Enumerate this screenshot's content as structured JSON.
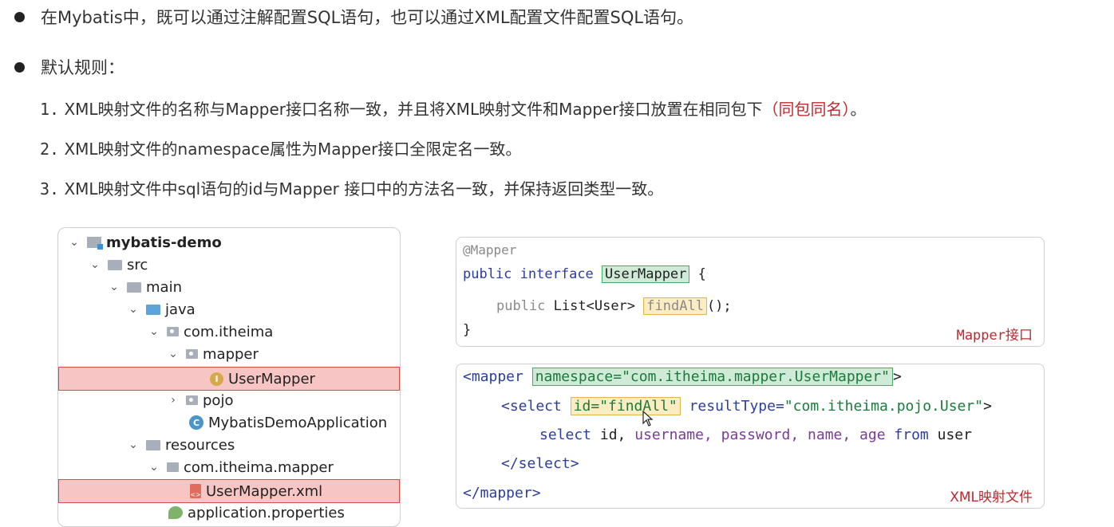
{
  "bullets": [
    {
      "text": "在Mybatis中，既可以通过注解配置SQL语句，也可以通过XML配置文件配置SQL语句。"
    },
    {
      "text": "默认规则："
    }
  ],
  "rules": [
    {
      "num": "1.",
      "text": "XML映射文件的名称与Mapper接口名称一致，并且将XML映射文件和Mapper接口放置在相同包下",
      "highlight": "（同包同名）",
      "tail": "。"
    },
    {
      "num": "2.",
      "text": "XML映射文件的namespace属性为Mapper接口全限定名一致。"
    },
    {
      "num": "3.",
      "text": "XML映射文件中sql语句的id与Mapper 接口中的方法名一致，并保持返回类型一致。"
    }
  ],
  "tree": {
    "items": [
      {
        "label": "mybatis-demo",
        "icon": "module-folder-icon",
        "expanded": true
      },
      {
        "label": "src",
        "icon": "folder-icon",
        "expanded": true
      },
      {
        "label": "main",
        "icon": "folder-icon",
        "expanded": true
      },
      {
        "label": "java",
        "icon": "source-folder-icon",
        "expanded": true
      },
      {
        "label": "com.itheima",
        "icon": "package-icon",
        "expanded": true
      },
      {
        "label": "mapper",
        "icon": "package-icon",
        "expanded": true
      },
      {
        "label": "UserMapper",
        "icon": "interface-icon",
        "icon_glyph": "I",
        "highlighted": true
      },
      {
        "label": "pojo",
        "icon": "package-icon",
        "expanded": false
      },
      {
        "label": "MybatisDemoApplication",
        "icon": "spring-app-icon",
        "icon_glyph": "C"
      },
      {
        "label": "resources",
        "icon": "resources-folder-icon",
        "expanded": true
      },
      {
        "label": "com.itheima.mapper",
        "icon": "folder-icon",
        "expanded": true
      },
      {
        "label": "UserMapper.xml",
        "icon": "xml-file-icon",
        "icon_glyph": "<>",
        "highlighted": true
      },
      {
        "label": "application.properties",
        "icon": "properties-file-icon"
      }
    ]
  },
  "java_code": {
    "annotation": "@Mapper",
    "kw_public": "public",
    "kw_interface": "interface",
    "interface_name": "UserMapper",
    "open_brace": "{",
    "method_prefix_kw": "public",
    "method_return": "List<User>",
    "method_name": "findAll",
    "method_suffix": "();",
    "close_brace": "}",
    "caption": "Mapper接口"
  },
  "xml_code": {
    "open_tag": "<mapper",
    "namespace_attr": "namespace=\"com.itheima.mapper.UserMapper\"",
    "open_tag_end": ">",
    "select_open": "<select",
    "id_attr": "id=\"findAll\"",
    "result_attr_name": "resultType=",
    "result_attr_value": "\"com.itheima.pojo.User\"",
    "select_open_end": ">",
    "sql_select": "select",
    "sql_id": "id,",
    "sql_username": "username,",
    "sql_password": "password,",
    "sql_name": "name,",
    "sql_age": "age",
    "sql_from": "from",
    "sql_table": "user",
    "select_close": "</select>",
    "mapper_close": "</mapper>",
    "caption": "XML映射文件"
  }
}
